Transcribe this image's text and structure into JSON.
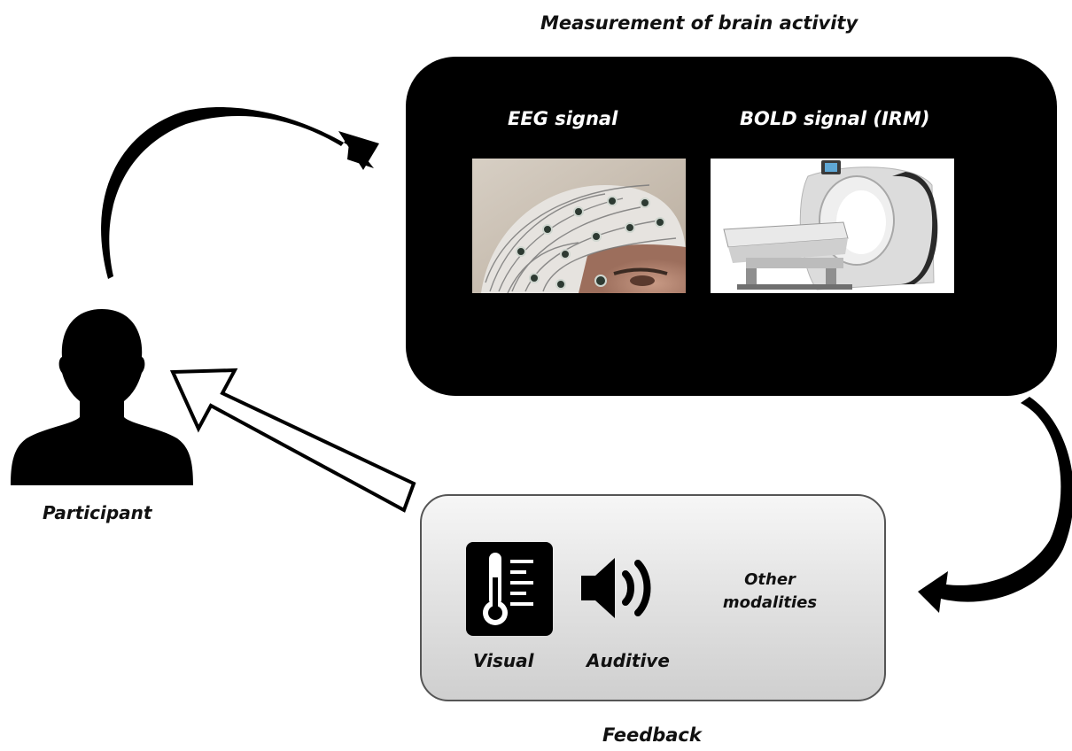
{
  "measurement": {
    "title": "Measurement of brain activity",
    "eeg_label": "EEG signal",
    "bold_label": "BOLD signal (IRM)"
  },
  "participant": {
    "label": "Participant"
  },
  "feedback": {
    "title": "Feedback",
    "visual_label": "Visual",
    "auditive_label": "Auditive",
    "other_line1": "Other",
    "other_line2": "modalities"
  },
  "icons": {
    "participant": "person-silhouette-icon",
    "visual": "thermometer-gauge-icon",
    "auditive": "speaker-sound-icon",
    "arrow_up": "curved-arrow-icon",
    "arrow_down": "curved-arrow-icon",
    "arrow_feedback": "hollow-arrow-icon"
  },
  "colors": {
    "measure_box": "#000000",
    "feedback_box_top": "#f6f6f6",
    "feedback_box_bottom": "#cfcfcf",
    "arrow": "#000000"
  }
}
